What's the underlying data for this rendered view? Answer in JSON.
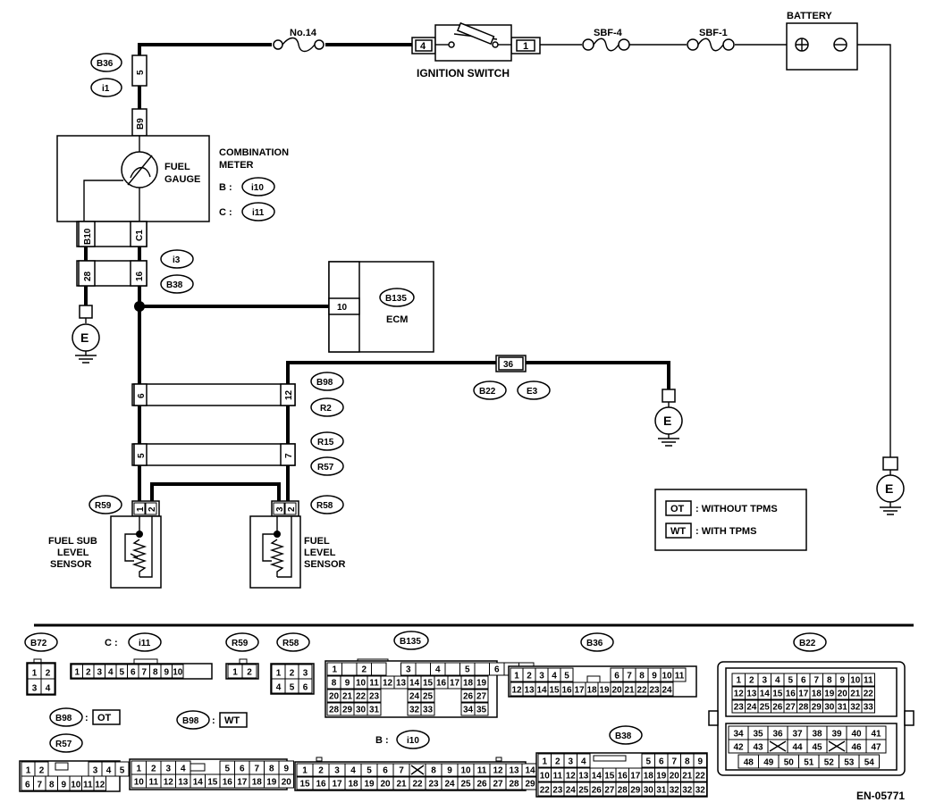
{
  "components": {
    "fuse": "No.14",
    "ignition": "IGNITION SWITCH",
    "sbf4": "SBF-4",
    "sbf1": "SBF-1",
    "battery": "BATTERY",
    "meter1": "COMBINATION",
    "meter2": "METER",
    "gauge1": "FUEL",
    "gauge2": "GAUGE",
    "meterB": "B :",
    "meterC": "C :",
    "ecm": "ECM",
    "sub1": "FUEL SUB",
    "sub2": "LEVEL",
    "sub3": "SENSOR",
    "lvl1": "FUEL",
    "lvl2": "LEVEL",
    "lvl3": "SENSOR",
    "ground": "E"
  },
  "connectors": {
    "b36": "B36",
    "i1": "i1",
    "b72": "B72",
    "i10": "i10",
    "i11": "i11",
    "i3": "i3",
    "b38": "B38",
    "b135": "B135",
    "b98": "B98",
    "r2": "R2",
    "r15": "R15",
    "r57": "R57",
    "r59": "R59",
    "r58": "R58",
    "b22": "B22",
    "e3": "E3"
  },
  "pins": {
    "ig4": "4",
    "ig1": "1",
    "b36": "5",
    "b9": "B9",
    "b10": "B10",
    "c1": "C1",
    "p28": "28",
    "p16": "16",
    "ecm10": "10",
    "p36": "36",
    "b98a": "6",
    "b98b": "12",
    "r15a": "5",
    "r15b": "7",
    "r59a": "1",
    "r59b": "2",
    "r58a": "3",
    "r58b": "2"
  },
  "legend": {
    "ot_code": "OT",
    "ot_text": ": WITHOUT TPMS",
    "wt_code": "WT",
    "wt_text": ": WITH TPMS"
  },
  "views": {
    "b72": "B72",
    "i11_prefix": "C :",
    "i11": "i11",
    "r59": "R59",
    "r58": "R58",
    "b135": "B135",
    "b36": "B36",
    "b22": "B22",
    "b98ot": "B98",
    "ot_tag": "OT",
    "b98wt": "B98",
    "wt_tag": "WT",
    "r57": "R57",
    "i10_prefix": "B :",
    "i10": "i10",
    "b38": "B38"
  },
  "code": "EN-05771"
}
